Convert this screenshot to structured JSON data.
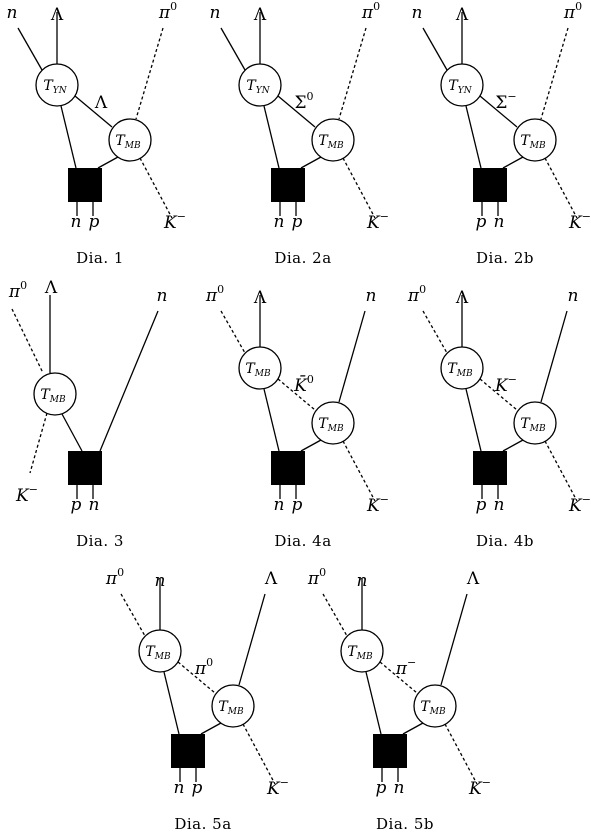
{
  "diagrams": [
    {
      "caption": "Dia. 1",
      "legs": [
        {
          "text": "n",
          "italic": true
        },
        {
          "text": "Λ",
          "italic": false
        },
        {
          "text": "π",
          "sup": "0",
          "italic": true
        },
        {
          "text": "K",
          "sup": "−",
          "italic": true
        }
      ],
      "vertex_top": {
        "main": "T",
        "sub": "YN"
      },
      "vertex_right": {
        "main": "T",
        "sub": "MB"
      },
      "internal": {
        "text": "Λ",
        "italic": false
      },
      "source_labels": [
        "n",
        "p"
      ]
    },
    {
      "caption": "Dia. 2a",
      "legs": [
        {
          "text": "n",
          "italic": true
        },
        {
          "text": "Λ",
          "italic": false
        },
        {
          "text": "π",
          "sup": "0",
          "italic": true
        },
        {
          "text": "K",
          "sup": "−",
          "italic": true
        }
      ],
      "vertex_top": {
        "main": "T",
        "sub": "YN"
      },
      "vertex_right": {
        "main": "T",
        "sub": "MB"
      },
      "internal": {
        "text": "Σ",
        "sup": "0",
        "italic": false
      },
      "source_labels": [
        "n",
        "p"
      ]
    },
    {
      "caption": "Dia. 2b",
      "legs": [
        {
          "text": "n",
          "italic": true
        },
        {
          "text": "Λ",
          "italic": false
        },
        {
          "text": "π",
          "sup": "0",
          "italic": true
        },
        {
          "text": "K",
          "sup": "−",
          "italic": true
        }
      ],
      "vertex_top": {
        "main": "T",
        "sub": "YN"
      },
      "vertex_right": {
        "main": "T",
        "sub": "MB"
      },
      "internal": {
        "text": "Σ",
        "sup": "−",
        "italic": false
      },
      "source_labels": [
        "p",
        "n"
      ]
    },
    {
      "caption": "Dia. 3",
      "legs": [
        {
          "text": "π",
          "sup": "0",
          "italic": true
        },
        {
          "text": "Λ",
          "italic": false
        },
        {
          "text": "n",
          "italic": true
        },
        {
          "text": "K",
          "sup": "−",
          "italic": true
        }
      ],
      "vertex_top": {
        "main": "T",
        "sub": "MB"
      },
      "source_labels": [
        "p",
        "n"
      ]
    },
    {
      "caption": "Dia. 4a",
      "legs": [
        {
          "text": "π",
          "sup": "0",
          "italic": true
        },
        {
          "text": "Λ",
          "italic": false
        },
        {
          "text": "n",
          "italic": true
        },
        {
          "text": "K",
          "sup": "−",
          "italic": true
        }
      ],
      "vertex_top": {
        "main": "T",
        "sub": "MB"
      },
      "vertex_right": {
        "main": "T",
        "sub": "MB"
      },
      "internal": {
        "text": "K̄",
        "sup": "0",
        "italic": true
      },
      "source_labels": [
        "n",
        "p"
      ]
    },
    {
      "caption": "Dia. 4b",
      "legs": [
        {
          "text": "π",
          "sup": "0",
          "italic": true
        },
        {
          "text": "Λ",
          "italic": false
        },
        {
          "text": "n",
          "italic": true
        },
        {
          "text": "K",
          "sup": "−",
          "italic": true
        }
      ],
      "vertex_top": {
        "main": "T",
        "sub": "MB"
      },
      "vertex_right": {
        "main": "T",
        "sub": "MB"
      },
      "internal": {
        "text": "K",
        "sup": "−",
        "italic": true
      },
      "source_labels": [
        "p",
        "n"
      ]
    },
    {
      "caption": "Dia. 5a",
      "legs": [
        {
          "text": "π",
          "sup": "0",
          "italic": true
        },
        {
          "text": "n",
          "italic": true
        },
        {
          "text": "Λ",
          "italic": false
        },
        {
          "text": "K",
          "sup": "−",
          "italic": true
        }
      ],
      "vertex_top": {
        "main": "T",
        "sub": "MB"
      },
      "vertex_right": {
        "main": "T",
        "sub": "MB"
      },
      "internal": {
        "text": "π",
        "sup": "0",
        "italic": true
      },
      "source_labels": [
        "n",
        "p"
      ]
    },
    {
      "caption": "Dia. 5b",
      "legs": [
        {
          "text": "π",
          "sup": "0",
          "italic": true
        },
        {
          "text": "n",
          "italic": true
        },
        {
          "text": "Λ",
          "italic": false
        },
        {
          "text": "K",
          "sup": "−",
          "italic": true
        }
      ],
      "vertex_top": {
        "main": "T",
        "sub": "MB"
      },
      "vertex_right": {
        "main": "T",
        "sub": "MB"
      },
      "internal": {
        "text": "π",
        "sup": "−",
        "italic": true
      },
      "source_labels": [
        "p",
        "n"
      ]
    }
  ]
}
